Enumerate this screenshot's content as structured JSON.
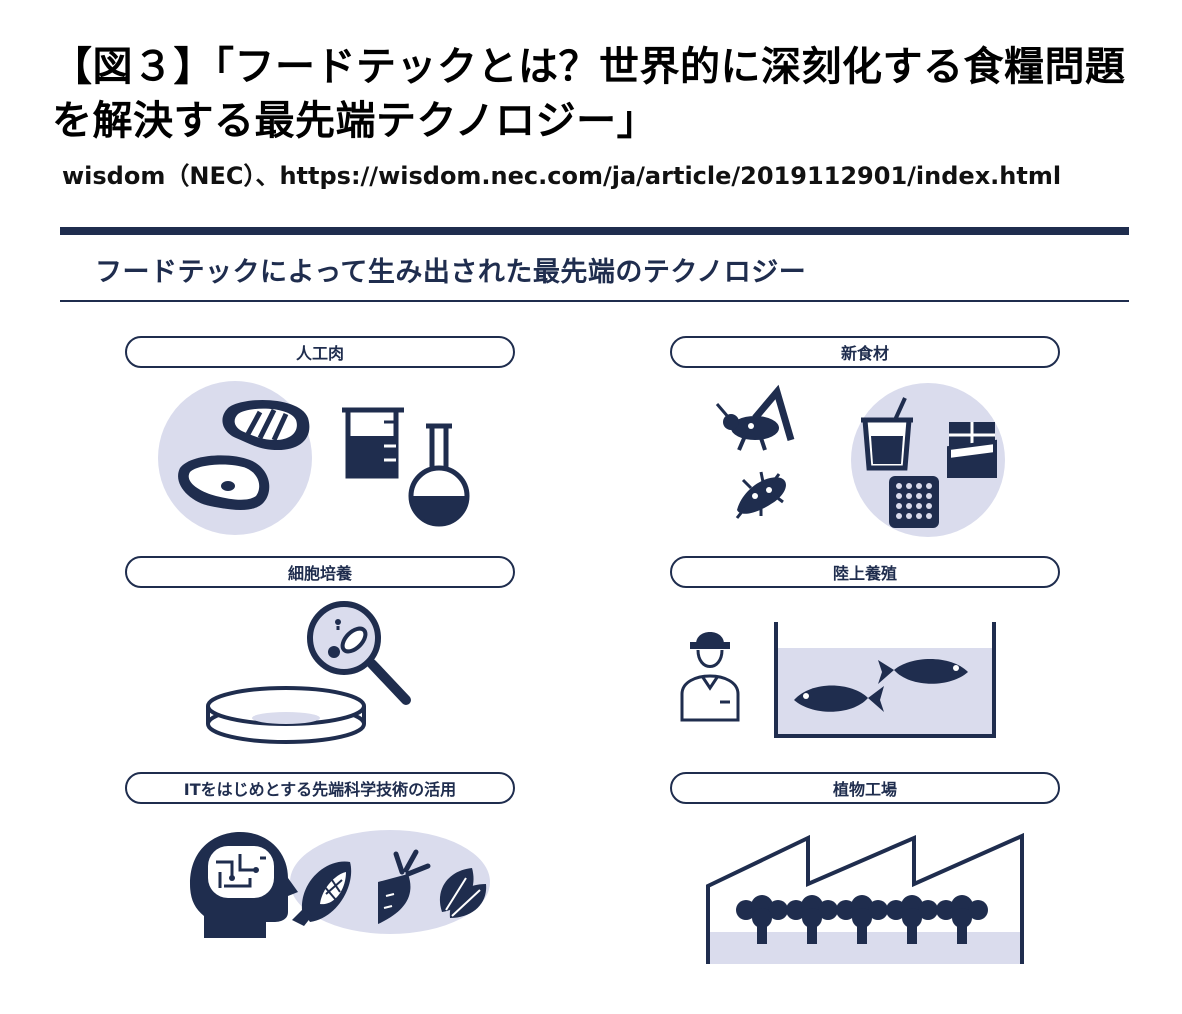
{
  "header": {
    "title": "【図３】「フードテックとは？世界的に深刻化する食糧問題を解決する最先端テクノロジー」",
    "source": "wisdom（NEC）、https://wisdom.nec.com/ja/article/2019112901/index.html"
  },
  "figure": {
    "subtitle": "フードテックによって生み出された最先端のテクノロジー"
  },
  "categories": [
    {
      "label": "人工肉"
    },
    {
      "label": "新食材"
    },
    {
      "label": "細胞培養"
    },
    {
      "label": "陸上養殖"
    },
    {
      "label": "ITをはじめとする先端科学技術の活用"
    },
    {
      "label": "植物工場"
    }
  ],
  "colors": {
    "navy": "#1f2d4e",
    "lavender": "#dadced",
    "white": "#ffffff"
  },
  "icons": {
    "artificial_meat": [
      "steak-icon",
      "steak-icon",
      "beaker-icon",
      "flask-icon"
    ],
    "new_foods": [
      "cricket-icon",
      "larva-icon",
      "drink-cup-icon",
      "chocolate-bar-icon",
      "cracker-icon"
    ],
    "cell_culture": [
      "petri-dish-icon",
      "magnifier-icon",
      "cells-icon"
    ],
    "aquaculture": [
      "worker-icon",
      "fish-tank-icon",
      "fish-icon",
      "fish-icon"
    ],
    "it_tech": [
      "brain-circuit-icon",
      "corn-icon",
      "carrot-icon",
      "spinach-icon"
    ],
    "plant_factory": [
      "factory-icon",
      "broccoli-icon",
      "broccoli-icon",
      "broccoli-icon",
      "broccoli-icon",
      "broccoli-icon"
    ]
  }
}
